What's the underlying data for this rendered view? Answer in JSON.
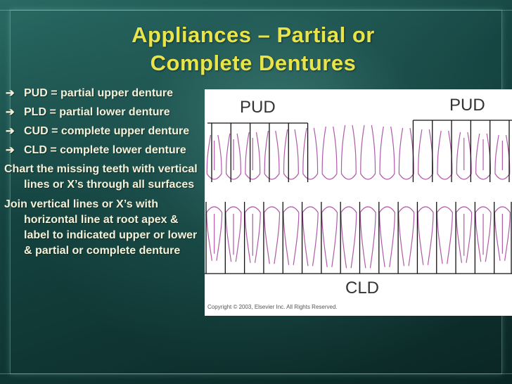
{
  "slide": {
    "title_line1": "Appliances – Partial or",
    "title_line2": "Complete Dentures",
    "bullets": [
      "PUD = partial upper denture",
      "PLD = partial lower denture",
      "CUD = complete upper denture",
      "CLD = complete lower denture"
    ],
    "paragraphs": [
      "Chart the missing teeth with vertical lines or X’s through all surfaces",
      "Join vertical lines or X’s with horizontal line at root apex & label to indicated upper or lower & partial or complete denture"
    ]
  },
  "diagram": {
    "label_pud_left": "PUD",
    "label_pud_right": "PUD",
    "label_cld": "CLD",
    "copyright": "Copyright © 2003, Elsevier Inc. All Rights Reserved."
  },
  "colors": {
    "title": "#e8e44a",
    "body_text": "#f4f1d8",
    "tooth_outline": "#b05aa8"
  }
}
